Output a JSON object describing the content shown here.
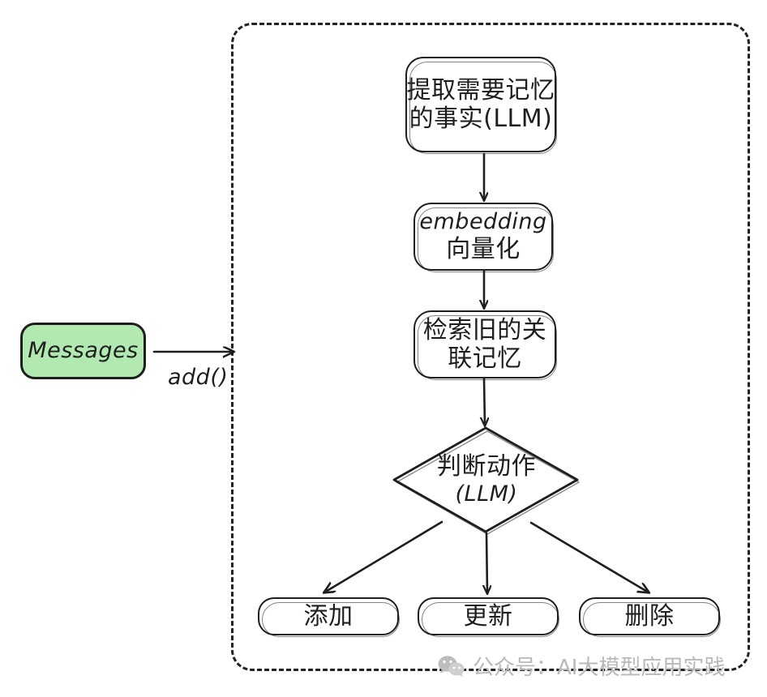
{
  "diagram": {
    "title": "mem0 add() memory pipeline flowchart",
    "colors": {
      "stroke": "#1e1e1e",
      "messages_fill": "#b2e9b0",
      "dashed_border": "#222222",
      "watermark": "#b8b8b8",
      "background": "#ffffff"
    },
    "external_nodes": [
      {
        "id": "messages",
        "label": "Messages",
        "shape": "rounded-rect",
        "fill": "#b2e9b0"
      }
    ],
    "edges": [
      {
        "from": "messages",
        "to": "extract",
        "label": "add()"
      },
      {
        "from": "extract",
        "to": "embedding",
        "label": ""
      },
      {
        "from": "embedding",
        "to": "retrieve",
        "label": ""
      },
      {
        "from": "retrieve",
        "to": "decide",
        "label": ""
      },
      {
        "from": "decide",
        "to": "add-action",
        "label": ""
      },
      {
        "from": "decide",
        "to": "update-action",
        "label": ""
      },
      {
        "from": "decide",
        "to": "delete-action",
        "label": ""
      }
    ],
    "nodes": [
      {
        "id": "extract",
        "shape": "rounded-rect",
        "line1": "提取需要记忆",
        "line2": "的事实(LLM)"
      },
      {
        "id": "embedding",
        "shape": "rounded-rect",
        "line1": "embedding",
        "line2": "向量化"
      },
      {
        "id": "retrieve",
        "shape": "rounded-rect",
        "line1": "检索旧的关",
        "line2": "联记忆"
      },
      {
        "id": "decide",
        "shape": "diamond",
        "line1": "判断动作",
        "line2": "(LLM)"
      },
      {
        "id": "add-action",
        "shape": "rounded-rect",
        "line1": "添加",
        "line2": ""
      },
      {
        "id": "update-action",
        "shape": "rounded-rect",
        "line1": "更新",
        "line2": ""
      },
      {
        "id": "delete-action",
        "shape": "rounded-rect",
        "line1": "删除",
        "line2": ""
      }
    ]
  },
  "watermark": {
    "icon": "wechat-icon",
    "text": "公众号：AI大模型应用实践"
  }
}
